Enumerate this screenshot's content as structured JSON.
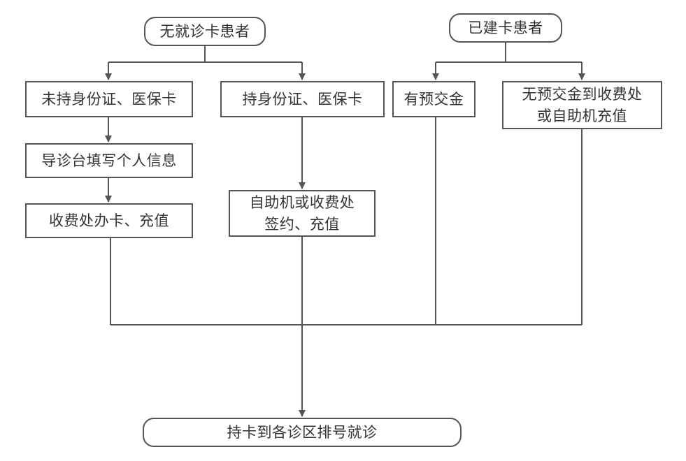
{
  "nodes": {
    "no_card": "无就诊卡患者",
    "has_card": "已建卡患者",
    "no_id": "未持身份证、医保卡",
    "with_id": "持身份证、医保卡",
    "has_deposit": "有预交金",
    "no_deposit": {
      "line1": "无预交金到收费处",
      "line2": "或自助机充值"
    },
    "guide_desk": "导诊台填写个人信息",
    "cashier_card": "收费处办卡、充值",
    "self_service": {
      "line1": "自助机或收费处",
      "line2": "签约、充值"
    },
    "final": "持卡到各诊区排号就诊"
  },
  "colors": {
    "line": "#555555",
    "text": "#333333",
    "background": "#ffffff"
  }
}
